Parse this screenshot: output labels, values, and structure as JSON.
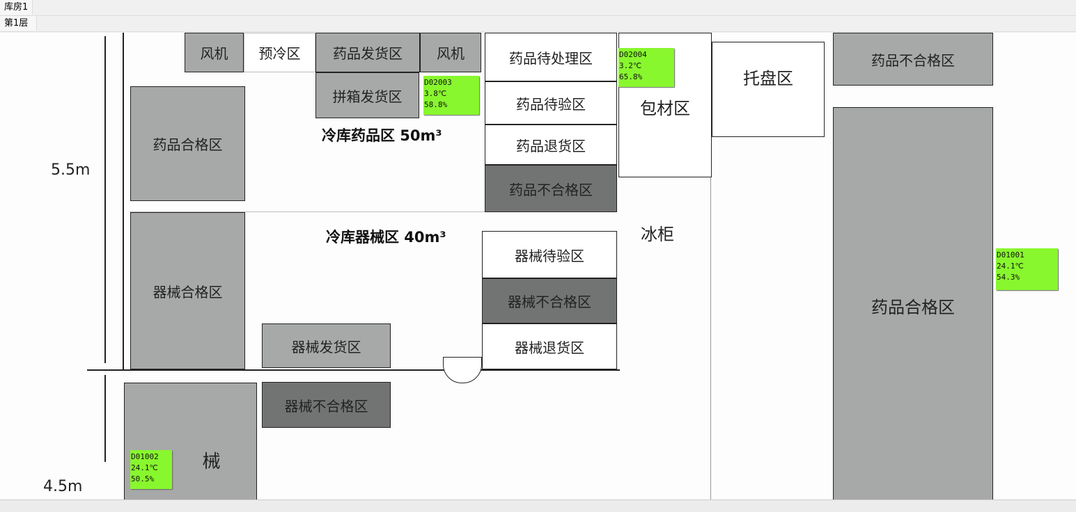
{
  "tabs": {
    "warehouse": "库房1",
    "floor": "第1层"
  },
  "labels": {
    "cold_drug": "冷库药品区 50m³",
    "cold_device": "冷库器械区 40m³",
    "dim_top": "5.5m",
    "dim_bottom": "4.5m"
  },
  "zones": {
    "fan1": "风机",
    "precool": "预冷区",
    "drug_ship": "药品发货区",
    "fan2": "风机",
    "combo_ship": "拼箱发货区",
    "drug_ok_left": "药品合格区",
    "drug_pending": "药品待处理区",
    "drug_inspect": "药品待验区",
    "drug_return": "药品退货区",
    "drug_bad_mid": "药品不合格区",
    "packaging": "包材区",
    "pallet": "托盘区",
    "drug_bad_right": "药品不合格区",
    "freezer": "冰柜",
    "drug_ok_right": "药品合格区",
    "device_ok": "器械合格区",
    "device_inspect": "器械待验区",
    "device_bad": "器械不合格区",
    "device_return": "器械退货区",
    "device_ship": "器械发货区",
    "device_bad_bottom": "器械不合格区",
    "device_bottom": "械"
  },
  "sensors": [
    {
      "id": "D02003",
      "temp": "3.8℃",
      "humidity": "58.8%"
    },
    {
      "id": "D02004",
      "temp": "3.2℃",
      "humidity": "65.8%"
    },
    {
      "id": "D01001",
      "temp": "24.1℃",
      "humidity": "54.3%"
    },
    {
      "id": "D01002",
      "temp": "24.1℃",
      "humidity": "50.5%"
    }
  ]
}
